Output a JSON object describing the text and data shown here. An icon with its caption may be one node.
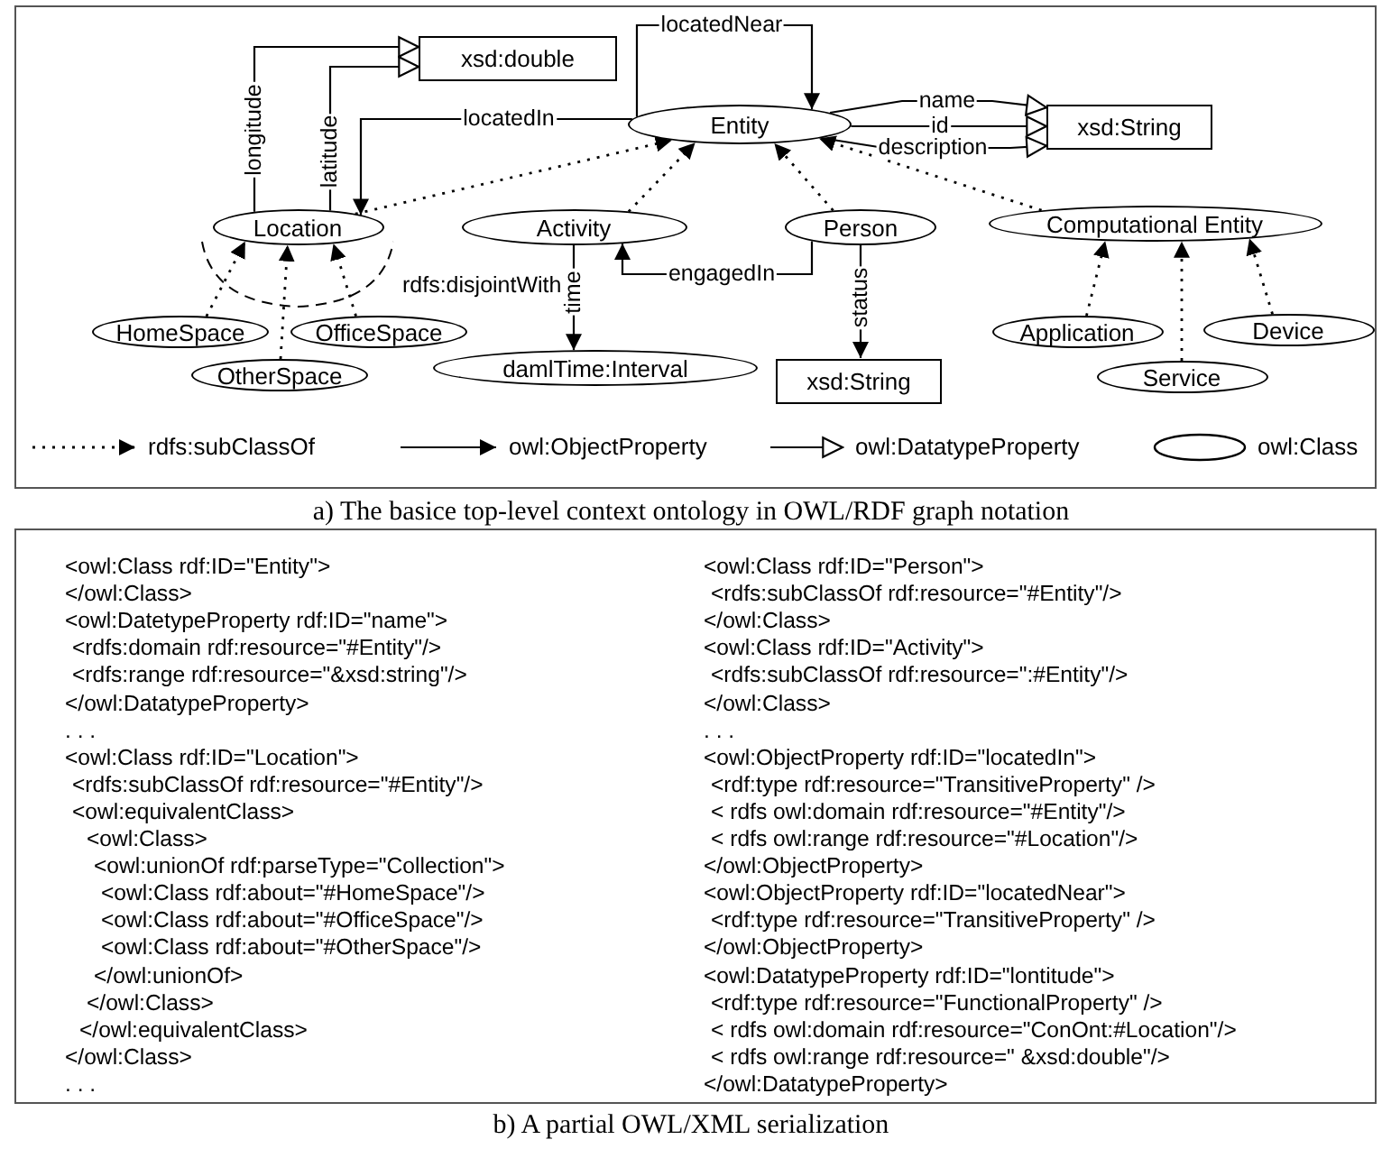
{
  "diagram": {
    "nodes": [
      {
        "text": [
          "xsd:double"
        ]
      },
      {
        "text": [
          "Entity"
        ]
      },
      {
        "text": [
          "xsd:String"
        ]
      },
      {
        "text": [
          "Location"
        ]
      },
      {
        "text": [
          "Activity"
        ]
      },
      {
        "text": [
          "Person"
        ]
      },
      {
        "text": [
          "Computational Entity"
        ]
      },
      {
        "text": [
          "HomeSpace"
        ]
      },
      {
        "text": [
          "OfficeSpace"
        ]
      },
      {
        "text": [
          "OtherSpace"
        ]
      },
      {
        "text": [
          "damlTime:Interval"
        ]
      },
      {
        "text": [
          "xsd:String"
        ]
      },
      {
        "text": [
          "Application"
        ]
      },
      {
        "text": [
          "Service"
        ]
      },
      {
        "text": [
          "Device"
        ]
      }
    ],
    "edges": [
      {
        "from": 3,
        "to": 0,
        "arrow": "to",
        "label": "longitude"
      },
      {
        "from": 3,
        "to": 0,
        "arrow": "to",
        "label": "latitude"
      },
      {
        "from": 1,
        "to": 3,
        "arrow": "to",
        "label": "locatedIn"
      },
      {
        "from": 1,
        "to": 1,
        "arrow": "to",
        "label": "locatedNear"
      },
      {
        "from": 1,
        "to": 2,
        "arrow": "to",
        "label": "name"
      },
      {
        "from": 1,
        "to": 2,
        "arrow": "to",
        "label": "id"
      },
      {
        "from": 1,
        "to": 2,
        "arrow": "to",
        "label": "description"
      },
      {
        "from": 3,
        "to": 1,
        "arrow": "to",
        "style": "dashed"
      },
      {
        "from": 4,
        "to": 1,
        "arrow": "to",
        "style": "dashed"
      },
      {
        "from": 5,
        "to": 1,
        "arrow": "to",
        "style": "dashed"
      },
      {
        "from": 6,
        "to": 1,
        "arrow": "to",
        "style": "dashed"
      },
      {
        "from": 7,
        "to": 3,
        "arrow": "to",
        "style": "dashed"
      },
      {
        "from": 8,
        "to": 3,
        "arrow": "to",
        "style": "dashed"
      },
      {
        "from": 9,
        "to": 3,
        "arrow": "to",
        "style": "dashed"
      },
      {
        "from": 4,
        "to": 10,
        "arrow": "to",
        "label": "time"
      },
      {
        "from": 5,
        "to": 4,
        "arrow": "to",
        "label": "engagedIn"
      },
      {
        "from": 5,
        "to": 11,
        "arrow": "to",
        "label": "status"
      },
      {
        "from": 12,
        "to": 6,
        "arrow": "to",
        "style": "dashed"
      },
      {
        "from": 13,
        "to": 6,
        "arrow": "to",
        "style": "dashed"
      },
      {
        "from": 14,
        "to": 6,
        "arrow": "to",
        "style": "dashed"
      }
    ],
    "labels": [
      "rdfs:disjointWith",
      "a) The basice top-level context ontology in OWL/RDF graph notation",
      "<owl:Class rdf:ID=\"Entity\">",
      "</owl:Class>",
      "<owl:DatetypeProperty rdf:ID=\"name\">",
      "<rdfs:domain rdf:resource=\"#Entity\"/>",
      "<rdfs:range rdf:resource=\"&xsd:string\"/>",
      "</owl:DatatypeProperty>",
      ". . .",
      "<owl:Class rdf:ID=\"Location\">",
      "<rdfs:subClassOf rdf:resource=\"#Entity\"/>",
      "<owl:equivalentClass>",
      "<owl:Class>",
      "<owl:unionOf rdf:parseType=\"Collection\">",
      "<owl:Class rdf:about=\"#HomeSpace\"/>",
      "<owl:Class rdf:about=\"#OfficeSpace\"/>",
      "<owl:Class rdf:about=\"#OtherSpace\"/>",
      "</owl:unionOf>",
      "</owl:Class>",
      "</owl:equivalentClass>",
      "</owl:Class>",
      ". . .",
      "<owl:Class rdf:ID=\"Person\">",
      "<rdfs:subClassOf rdf:resource=\"#Entity\"/>",
      "</owl:Class>",
      "<owl:Class rdf:ID=\"Activity\">",
      "<rdfs:subClassOf rdf:resource=\":#Entity\"/>",
      "</owl:Class>",
      ". . .",
      "<owl:ObjectProperty rdf:ID=\"locatedIn\">",
      "<rdf:type rdf:resource=\"TransitiveProperty\" />",
      "< rdfs owl:domain rdf:resource=\"#Entity\"/>",
      "< rdfs owl:range rdf:resource=\"#Location\"/>",
      "</owl:ObjectProperty>",
      "<owl:ObjectProperty rdf:ID=\"locatedNear\">",
      "<rdf:type rdf:resource=\"TransitiveProperty\" />",
      "</owl:ObjectProperty>",
      "<owl:DatatypeProperty rdf:ID=\"lontitude\">",
      "<rdf:type rdf:resource=\"FunctionalProperty\" />",
      "< rdfs owl:domain rdf:resource=\"ConOnt:#Location\"/>",
      "< rdfs owl:range rdf:resource=\" &xsd:double\"/>",
      "</owl:DatatypeProperty>",
      "b) A partial OWL/XML serialization"
    ],
    "legend": [
      {
        "text": "rdfs:subClassOf"
      },
      {
        "text": "owl:ObjectProperty"
      },
      {
        "text": "owl:DatatypeProperty"
      },
      {
        "text": "owl:Class"
      }
    ]
  }
}
